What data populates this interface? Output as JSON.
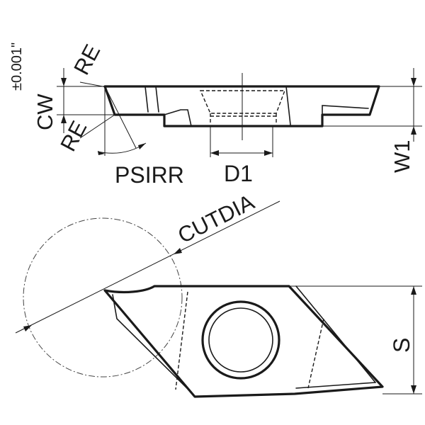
{
  "labels": {
    "tolerance": "±0.001\"",
    "cw": "CW",
    "re_top": "RE",
    "re_bottom": "RE",
    "psirr": "PSIRR",
    "d1": "D1",
    "w1": "W1",
    "cutdia": "CUTDIA",
    "s": "S"
  }
}
